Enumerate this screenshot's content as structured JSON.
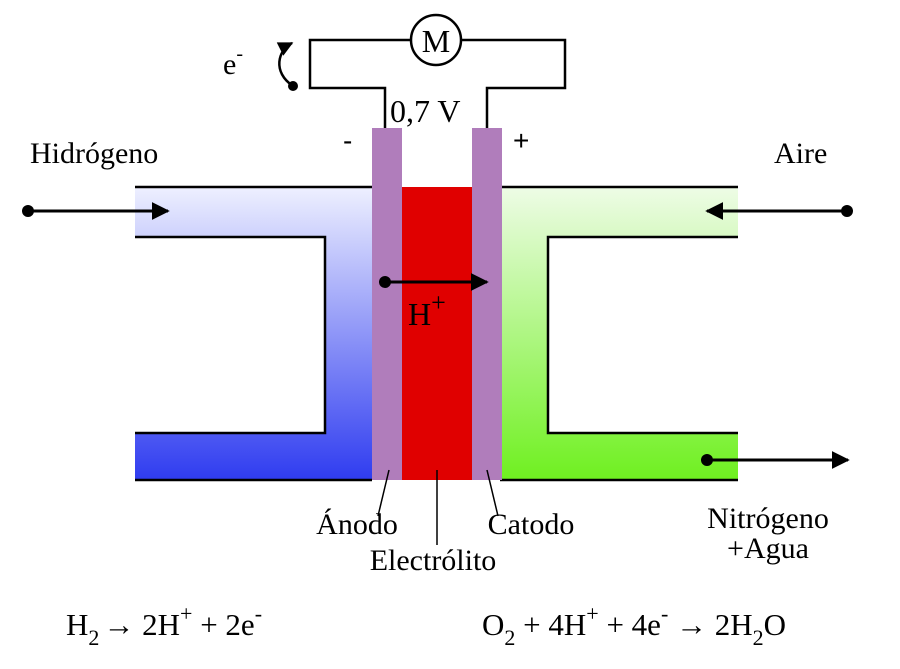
{
  "colors": {
    "hydrogen_light": "#eef0ff",
    "hydrogen_dark": "#2f3cf0",
    "air_light": "#eefce6",
    "air_dark": "#6ff020",
    "electrode": "#b07dbb",
    "electrolyte": "#e00000",
    "line": "#000000"
  },
  "motor": {
    "symbol": "M"
  },
  "electron": {
    "base": "e",
    "sup": "-"
  },
  "voltage": "0,7 V",
  "polarity": {
    "negative": "-",
    "positive": "+"
  },
  "inputs": {
    "hydrogen": "Hidrógeno",
    "air": "Aire"
  },
  "outputs": {
    "line1": "Nitrógeno",
    "line2": "+Agua"
  },
  "proton": {
    "base": "H",
    "sup": "+"
  },
  "parts": {
    "anode": "Ánodo",
    "electrolyte": "Electrólito",
    "cathode": "Catodo"
  },
  "equations": {
    "anode": {
      "h": "H",
      "sub2": "2",
      "arrow": "→",
      "two_h": " 2H",
      "plus_sup": "+",
      "plus": " + 2e",
      "minus_sup": "-"
    },
    "cathode": {
      "o": "O",
      "sub2": "2",
      "plus1": " + 4H",
      "plus_sup": "+",
      "plus2": " + 4e",
      "minus_sup": "-",
      "arrow": " → ",
      "two_h": "2H",
      "sub2b": "2",
      "o2": "O"
    }
  }
}
